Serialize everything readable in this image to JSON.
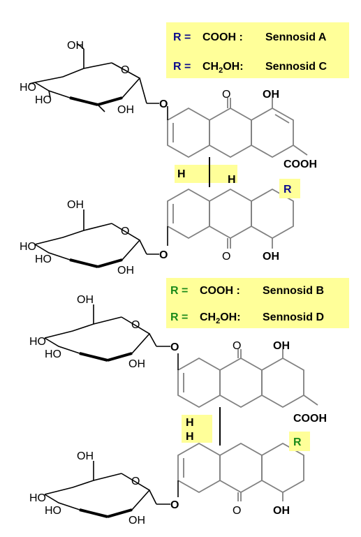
{
  "top": {
    "legend": [
      {
        "r": "R =",
        "group": "COOH :",
        "name": "Sennosid A"
      },
      {
        "r": "R =",
        "group_main": "CH",
        "group_sub": "2",
        "group_tail": "OH:",
        "name": "Sennosid C"
      }
    ],
    "labels": {
      "oh": "OH",
      "ho": "HO",
      "o": "O",
      "cooh": "COOH",
      "h": "H",
      "r": "R"
    }
  },
  "bottom": {
    "legend": [
      {
        "r": "R =",
        "group": "COOH :",
        "name": "Sennosid B"
      },
      {
        "r": "R =",
        "group_main": "CH",
        "group_sub": "2",
        "group_tail": "OH:",
        "name": "Sennosid D"
      }
    ],
    "labels": {
      "oh": "OH",
      "ho": "HO",
      "o": "O",
      "cooh": "COOH",
      "h": "H",
      "r": "R"
    }
  },
  "colors": {
    "highlight": "#ffff99",
    "bond": "#808080",
    "r_top": "#0a0a8c",
    "r_bottom": "#1a8a1a"
  }
}
